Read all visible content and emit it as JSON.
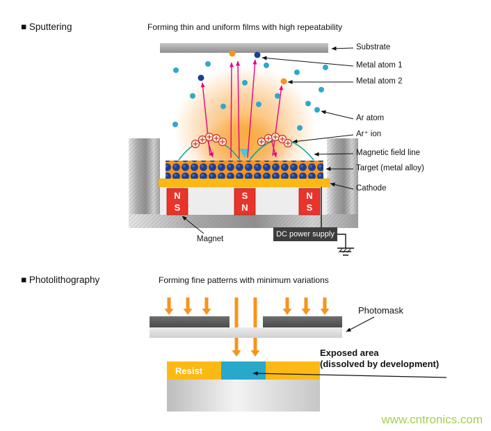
{
  "sputtering": {
    "title": "■ Sputtering",
    "subtitle": "Forming thin and uniform films with high repeatability",
    "labels": {
      "substrate": "Substrate",
      "metal_atom_1": "Metal atom 1",
      "metal_atom_2": "Metal atom 2",
      "ar_atom": "Ar atom",
      "ar_ion": "Ar⁺ ion",
      "magnetic_field_line": "Magnetic field line",
      "target": "Target (metal alloy)",
      "cathode": "Cathode",
      "magnet": "Magnet"
    },
    "dc_power_supply": "DC power supply",
    "magnets": [
      {
        "top": "N",
        "bottom": "S"
      },
      {
        "top": "S",
        "bottom": "N"
      },
      {
        "top": "N",
        "bottom": "S"
      }
    ]
  },
  "photolithography": {
    "title": "■ Photolithography",
    "subtitle": "Forming fine patterns with minimum variations",
    "labels": {
      "photomask": "Photomask",
      "resist": "Resist",
      "exposed_line1": "Exposed area",
      "exposed_line2": "(dissolved by development)"
    }
  },
  "watermark": "www.cntronics.com",
  "colors": {
    "accent_orange": "#f7941d",
    "gold": "#fdb913",
    "magenta": "#e6007e",
    "teal": "#00a99d",
    "ar_blue": "#2fa8cc",
    "navy": "#1c3f94",
    "magnet_red": "#e8342a",
    "exposed_cyan": "#29a8cb",
    "mask_gray": "#58595b",
    "watermark_green": "#9aca3c"
  }
}
